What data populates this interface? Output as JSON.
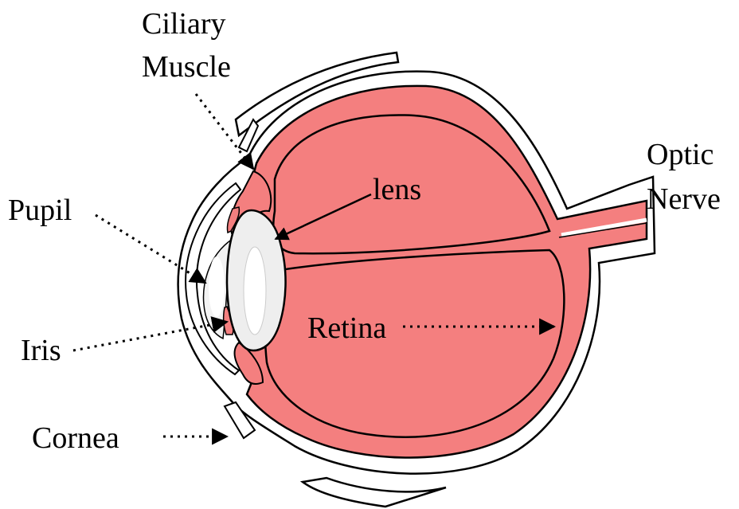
{
  "labels": {
    "ciliary_line1": "Ciliary",
    "ciliary_line2": "Muscle",
    "optic_line1": "Optic",
    "optic_line2": "Nerve",
    "pupil": "Pupil",
    "lens": "lens",
    "retina": "Retina",
    "iris": "Iris",
    "cornea": "Cornea"
  },
  "colors": {
    "tissue": "#f47f7f",
    "lens": "#eeeeee",
    "outline": "#000000",
    "background": "#ffffff"
  }
}
